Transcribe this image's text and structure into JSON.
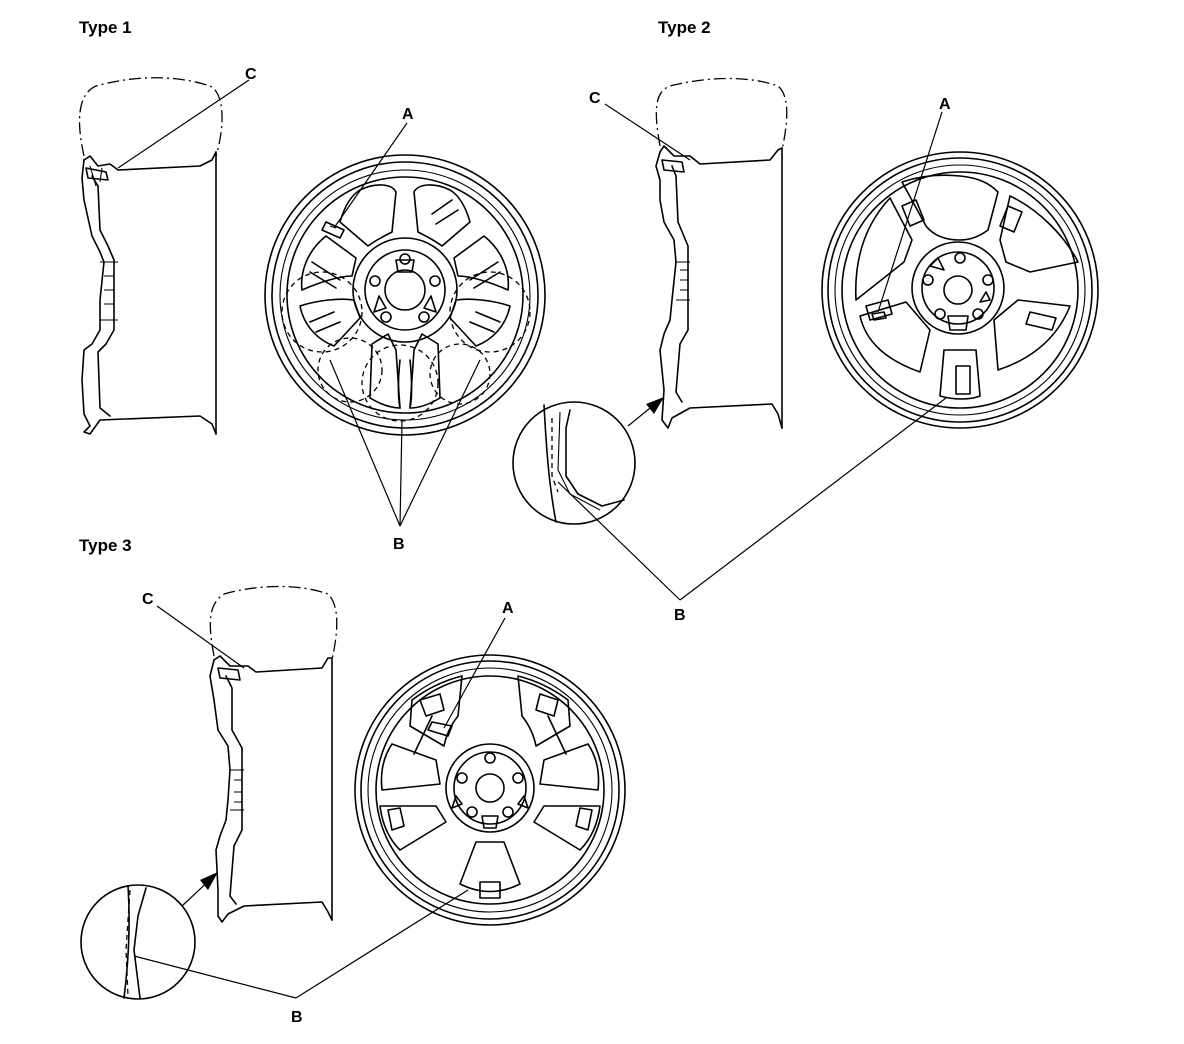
{
  "types": [
    {
      "title": "Type 1",
      "labels": {
        "a": "A",
        "b": "B",
        "c": "C"
      }
    },
    {
      "title": "Type 2",
      "labels": {
        "a": "A",
        "b": "B",
        "c": "C"
      }
    },
    {
      "title": "Type 3",
      "labels": {
        "a": "A",
        "b": "B",
        "c": "C"
      }
    }
  ]
}
